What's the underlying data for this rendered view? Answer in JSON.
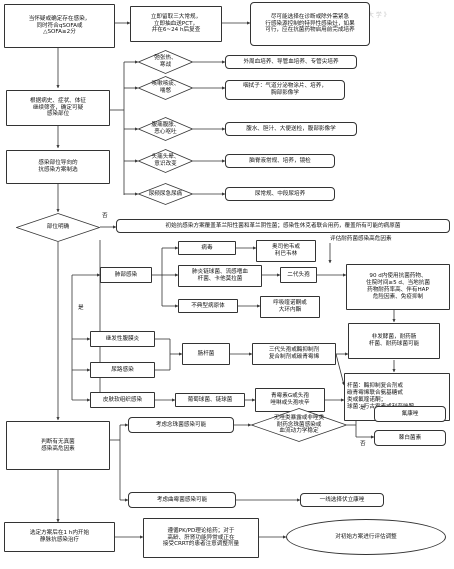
{
  "watermark": "《 静 大 学 》",
  "nodes": {
    "n_suspect": "当怀疑或确定存在感染，\n同时符合qSOFA或\n△SOFA≥2分",
    "n_immediate": "立即留取三大常规，\n立即抽血送PCT，\n并在6~24 h后复查",
    "n_culture_before_abx": "尽可能选择在诊断或除外需紧急\n行感染源控制的特异性感染灶，如果\n可行，应在抗菌药物启用前完成培养",
    "n_localize": "根据病史、症状、体征\n继续筛查，确定可疑\n感染部位",
    "d_chills": "弛张热、\n寒战",
    "r_blood_culture": "外周血培养、导管血培养、专管尖培养",
    "d_cough": "咳嗽咳痰、\n喘憋",
    "r_sputum": "咽拭子：气道分泌物涂片、培养，\n胸部影像学",
    "d_abdomen": "腹痛腹胀、\n恶心呕吐",
    "r_abdomen": "腹水、胆汁、大便送检，腹部影像学",
    "d_headache": "头痛头晕、\n意识改变",
    "r_csf": "脑脊液常规、培养，镜检",
    "d_urine": "尿频尿急尿痛",
    "r_urine": "尿常规、中段尿培养",
    "n_site_guided": "感染部位导向的\n抗感染方案制选",
    "d_site_clear": "部位明确",
    "n_initial_empiric": "初始抗感染方案覆盖革兰阳性菌和革兰阴性菌；感染性休克者联合用药，覆盖所有可能的病原菌",
    "n_lung": "肺部感染",
    "n_virus": "病毒",
    "r_oseltamivir": "奥司他韦或\n利巴韦林",
    "n_pneumococcus": "肺炎链球菌、流感嗜血\n杆菌、卡他莫拉菌",
    "r_2nd_cephalo": "二代头孢",
    "n_atypical": "不典型病原体",
    "r_quinolone": "呼吸喹诺酮或\n大环内酯",
    "lbl_mdr_risk": "评估耐药菌感染高危因素",
    "n_hap_risk": "90 d内使用抗菌药物、\n住院时间≥5 d、当地抗菌\n药物耐药率高、伴有HAP\n危险因素、免疫抑制",
    "n_non_mdr": "非发酵菌，耐药肠\n杆菌、耐药球菌可能",
    "n_peritonitis": "继发性腹膜炎",
    "n_enterobacter": "肠杆菌",
    "n_3rd_cephalo": "三代头孢或酶抑制剂\n复合制剂或碳青霉烯",
    "n_uti": "尿路感染",
    "n_skin": "皮肤软组织感染",
    "n_staph_strep": "葡萄球菌、链球菌",
    "r_penicillin_g": "青霉素G或头孢\n唑啉或头孢呋辛",
    "n_mdr_regimen": "杆菌：酶抑制复合剂或\n碳青霉烯联合氨基糖甙\n类或氟喹诺酮；\n球菌：万古霉素或利奈唑胺",
    "n_fungal_risk_q": "判断有无真菌\n感染高危因素",
    "n_candida_q": "考虑念珠菌感染可能",
    "d_hemodynamic": "无唑类暴露或非唑类\n耐药念珠菌感染或\n血流动力学稳定",
    "r_fluconazole": "氟康唑",
    "r_echinocandin": "棘白菌素",
    "n_mold_q": "考虑曲霉菌感染可能",
    "r_voriconazole": "一线选择伏立康唑",
    "n_start_1h": "选定方案后在1 h内开始\n静脉抗感染治疗",
    "n_pkpd": "遵循PK/PD理论给药；对于\n高龄、肝肾功能异常或正在\n接受CRRT的患者注意调整剂量",
    "n_evaluate": "对初始方案进行评估调整",
    "lbl_no": "否",
    "lbl_yes": "是",
    "lbl_yes2": "是",
    "lbl_no2": "否"
  }
}
